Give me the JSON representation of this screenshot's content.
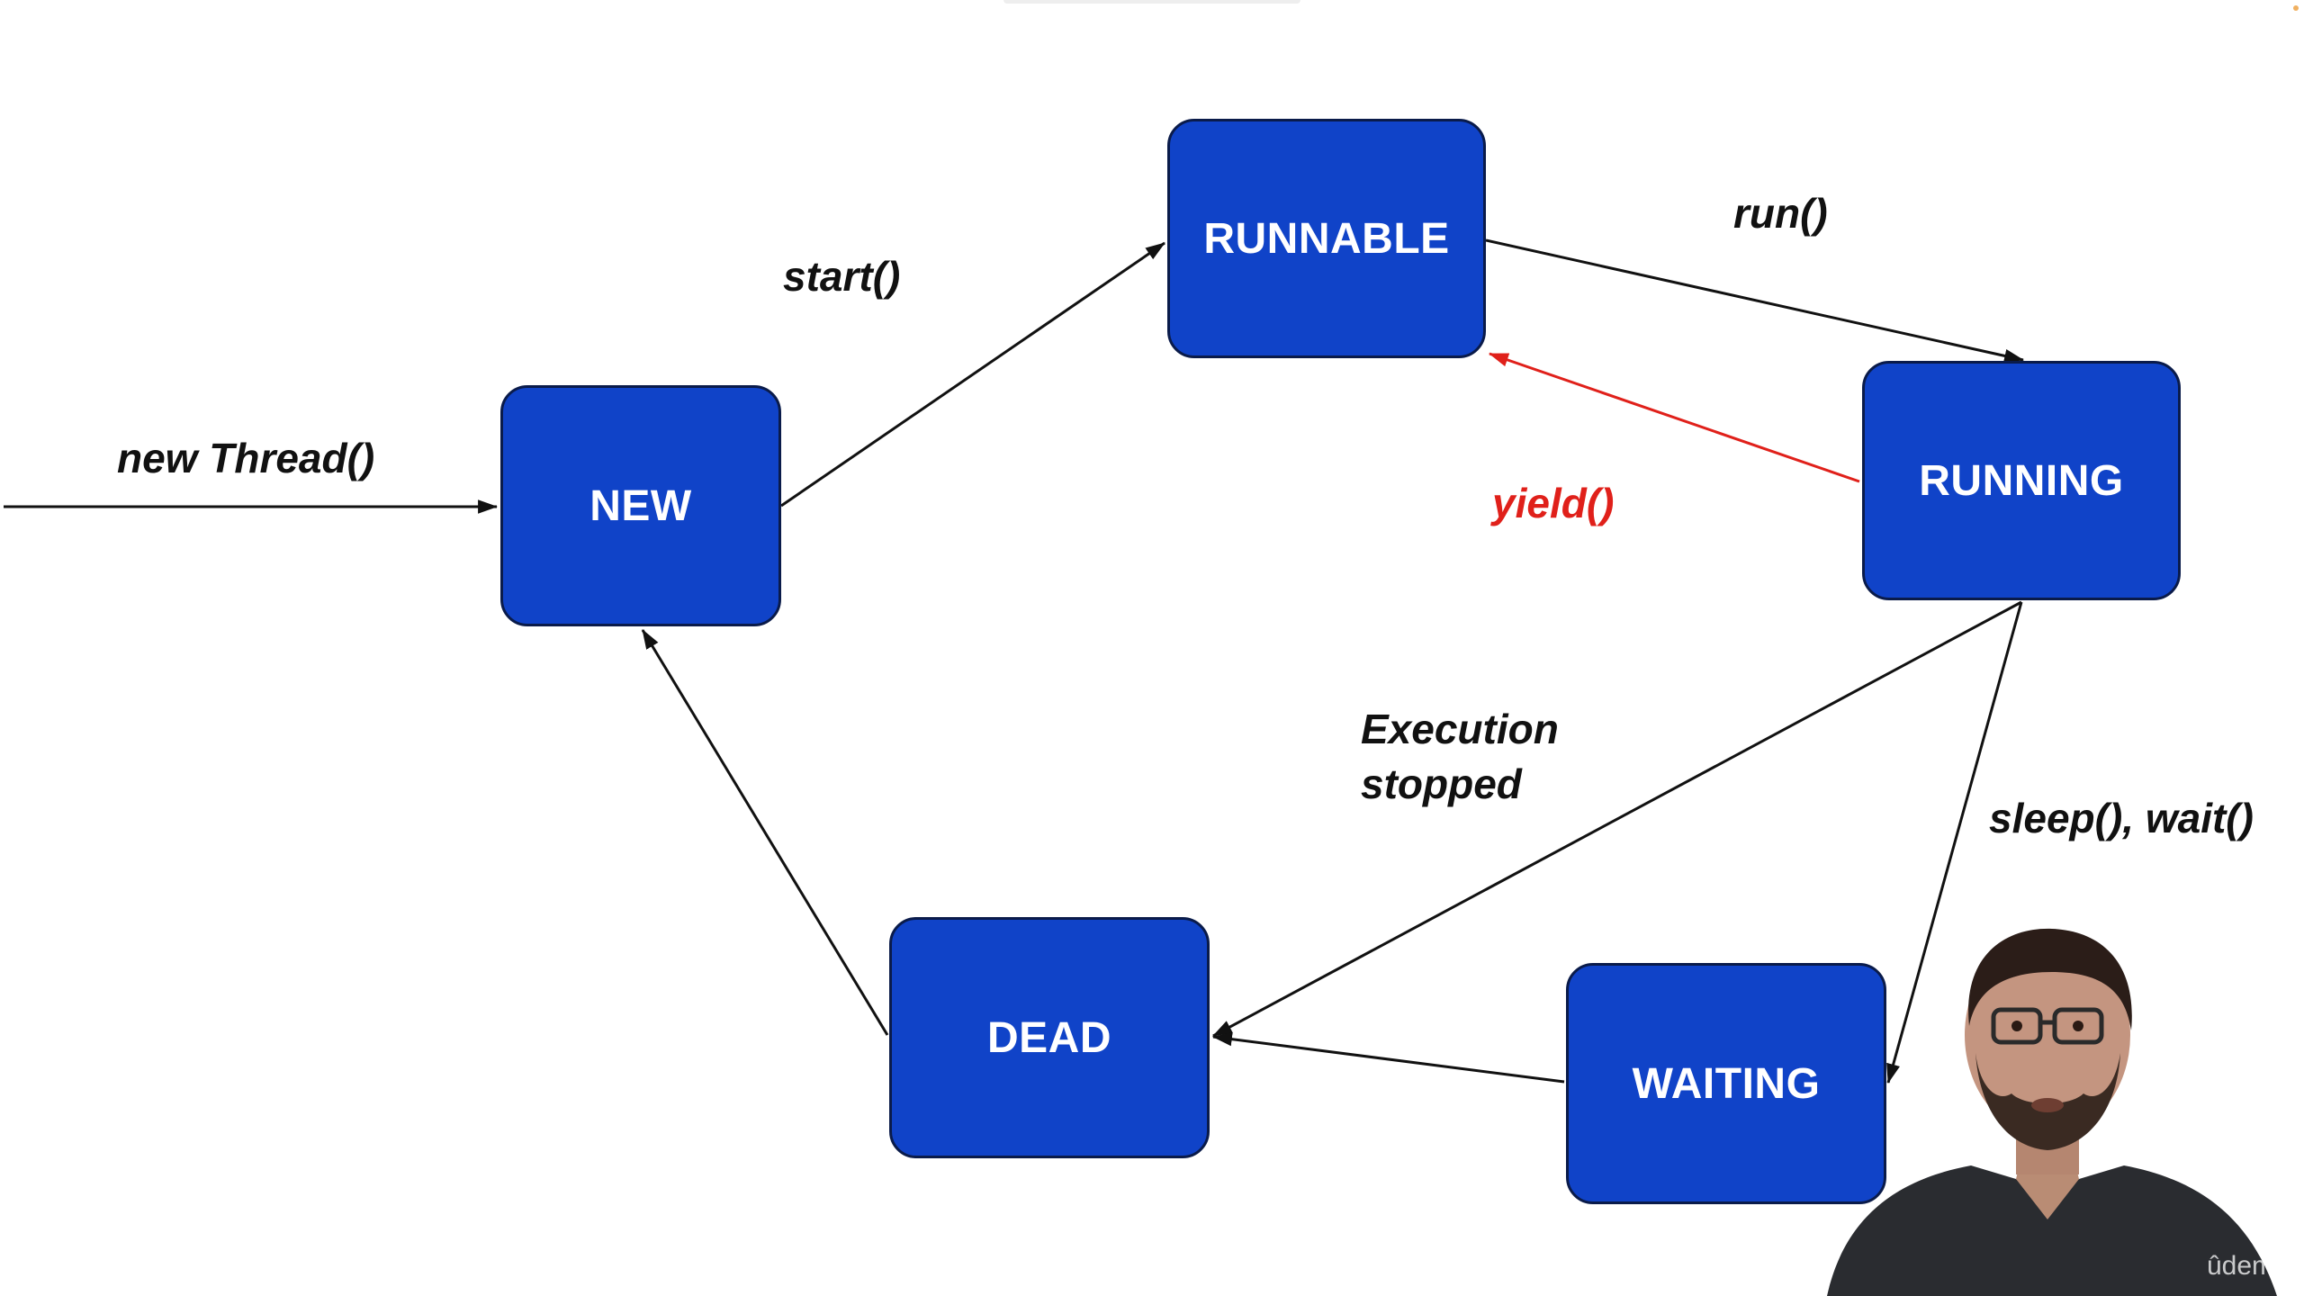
{
  "states": {
    "new": "NEW",
    "runnable": "RUNNABLE",
    "running": "RUNNING",
    "waiting": "WAITING",
    "dead": "DEAD"
  },
  "transitions": {
    "new_thread": "new Thread()",
    "start": "start()",
    "run": "run()",
    "yield": "yield()",
    "execution_stopped_line1": "Execution",
    "execution_stopped_line2": "stopped",
    "sleep_wait": "sleep(), wait()"
  },
  "colors": {
    "state_fill": "#1043c8",
    "state_border": "#0a1b4a",
    "state_text": "#ffffff",
    "arrow": "#111111",
    "yield_arrow": "#e0201a"
  },
  "overlay": {
    "watermark": "ûdemy"
  }
}
